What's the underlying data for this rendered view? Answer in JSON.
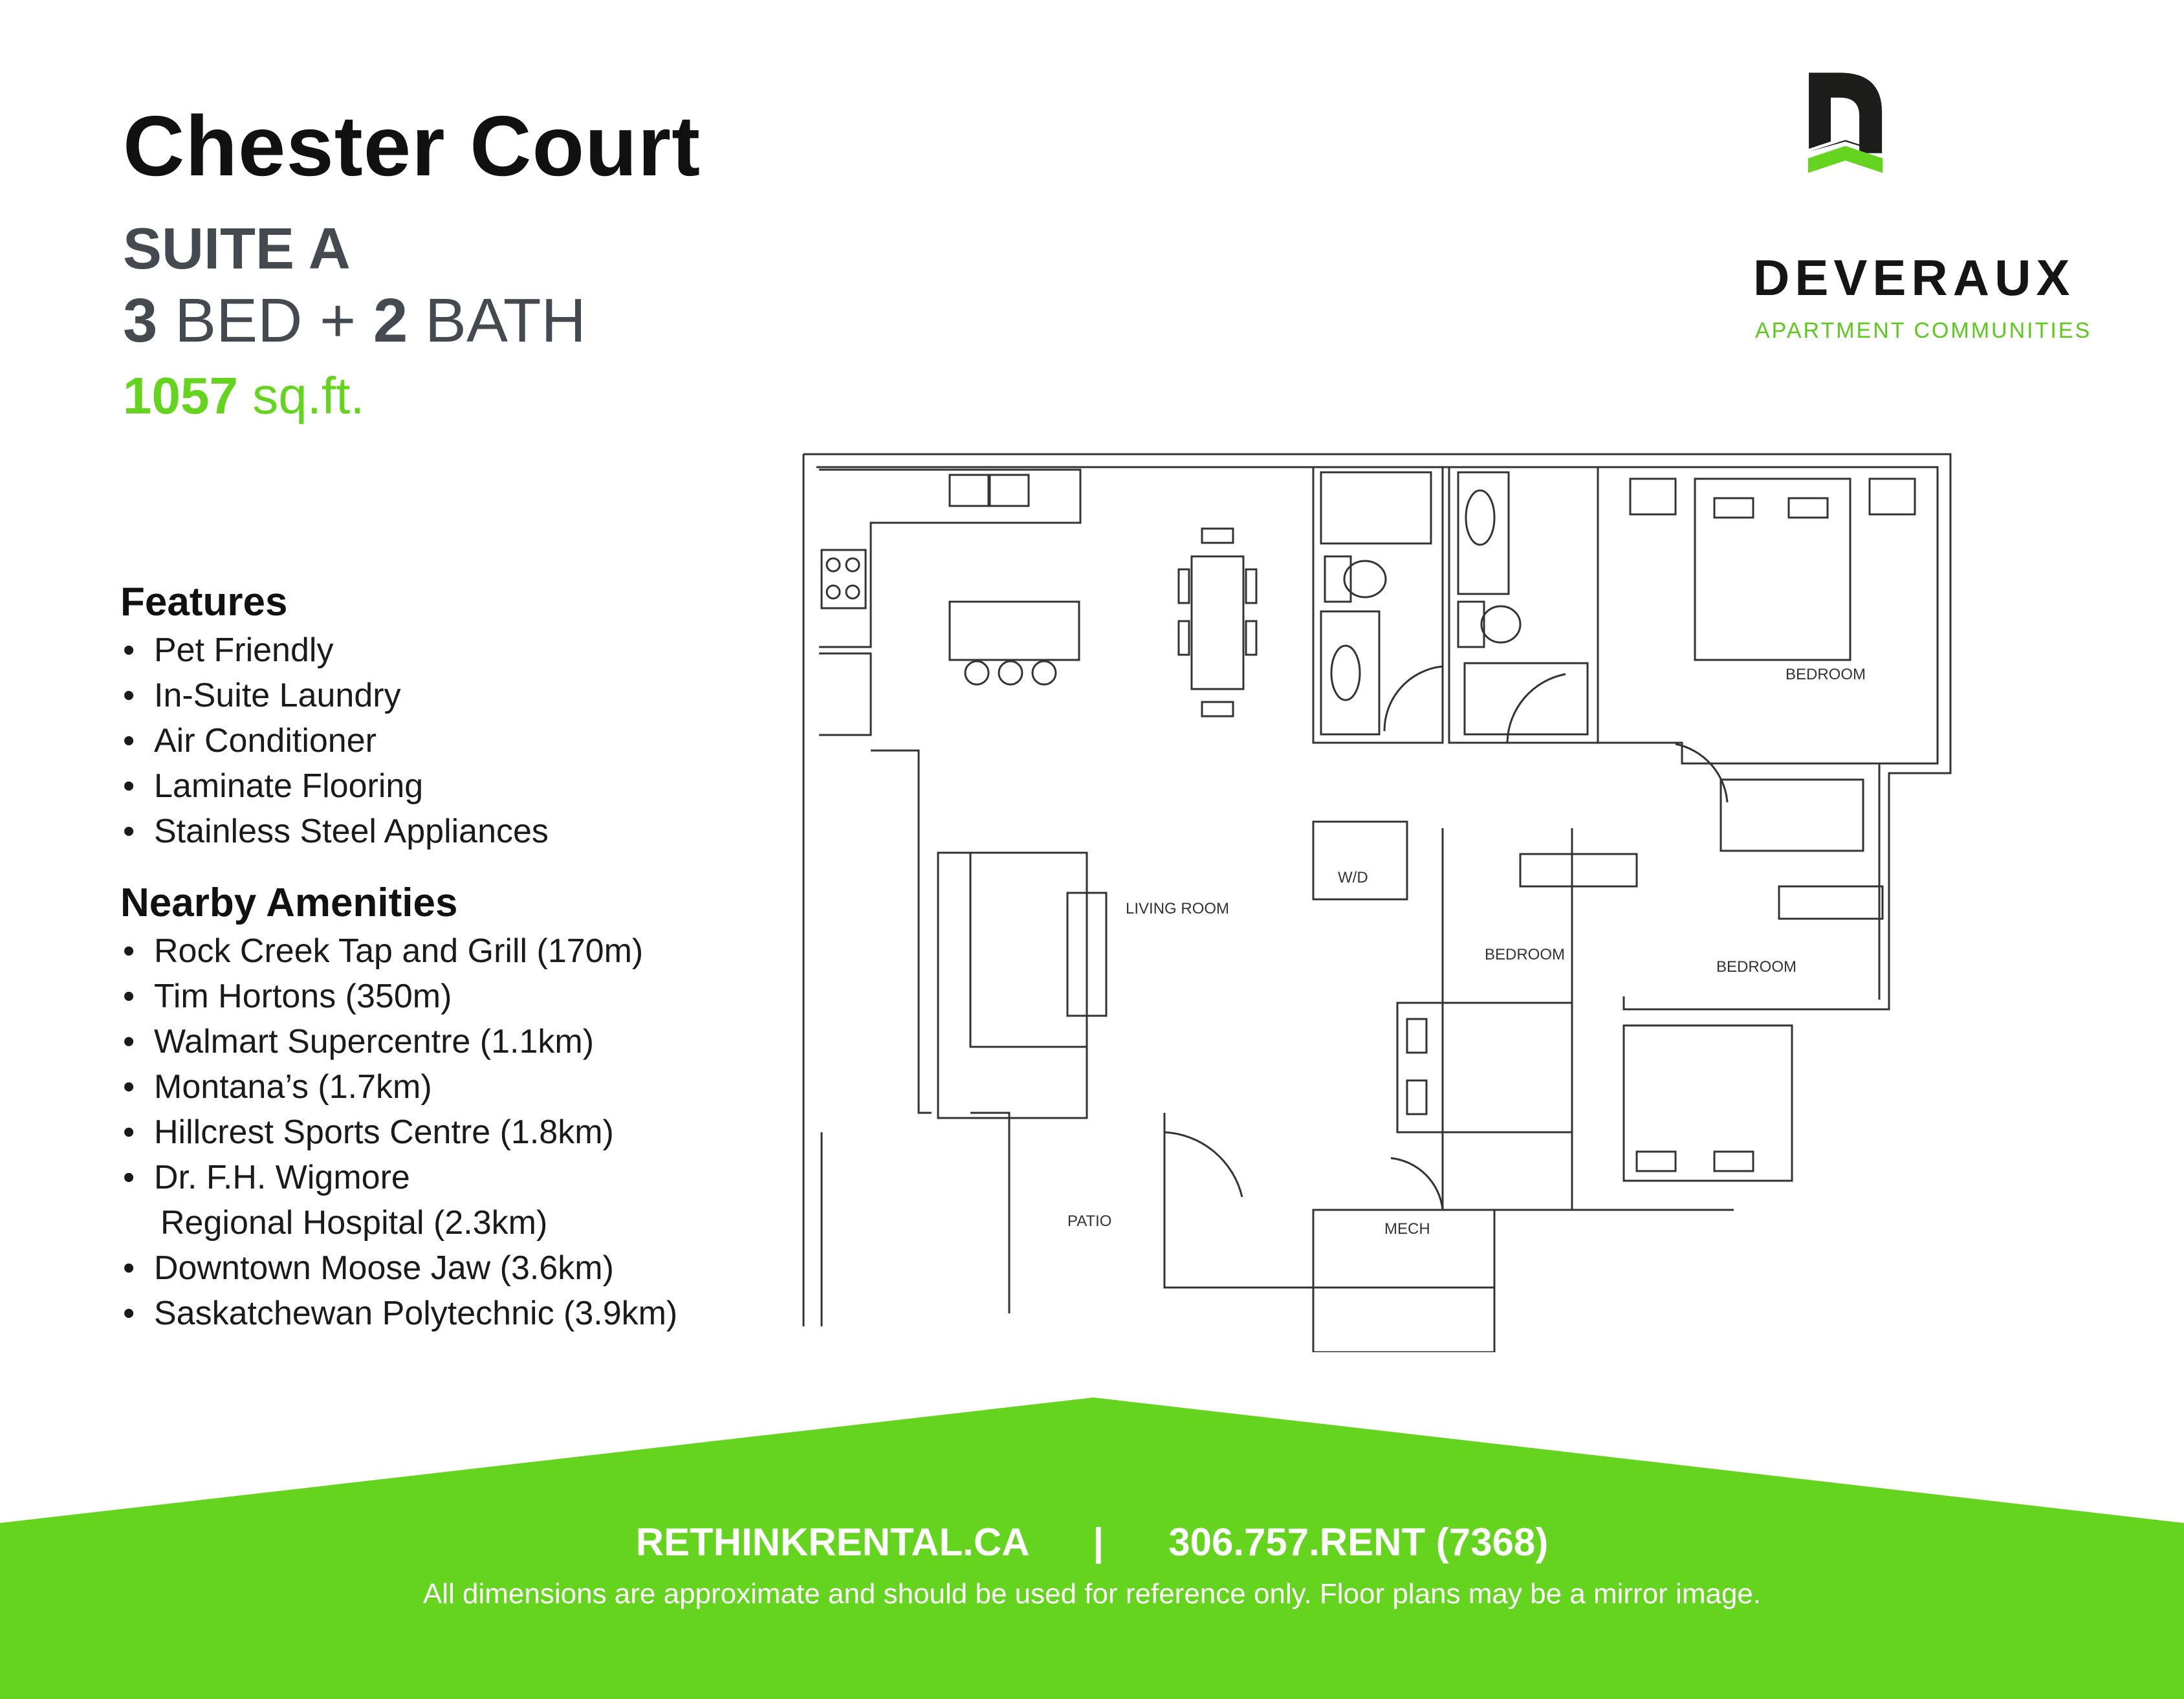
{
  "header": {
    "title": "Chester Court",
    "suite": "SUITE A",
    "bed_count": "3",
    "bed_label": " BED + ",
    "bath_count": "2",
    "bath_label": " BATH",
    "sqft_value": "1057",
    "sqft_unit": " sq.ft."
  },
  "features": {
    "heading": "Features",
    "items": [
      "Pet Friendly",
      "In-Suite Laundry",
      "Air Conditioner",
      "Laminate Flooring",
      "Stainless Steel Appliances"
    ]
  },
  "amenities": {
    "heading": "Nearby Amenities",
    "items": [
      "Rock Creek Tap and Grill (170m)",
      "Tim Hortons (350m)",
      "Walmart Supercentre (1.1km)",
      "Montana’s (1.7km)",
      "Hillcrest Sports Centre (1.8km)",
      "Dr. F.H. Wigmore",
      "Regional Hospital (2.3km)",
      "Downtown Moose Jaw (3.6km)",
      "Saskatchewan Polytechnic (3.9km)"
    ]
  },
  "bullet": "•",
  "logo": {
    "name": "DEVERAUX",
    "subtitle": "APARTMENT COMMUNITIES",
    "icon": "deveraux-d-logo-icon"
  },
  "floorplan": {
    "rooms": {
      "bedroom_1": "BEDROOM",
      "bedroom_2": "BEDROOM",
      "bedroom_3": "BEDROOM",
      "living": "LIVING ROOM",
      "laundry": "W/D",
      "patio": "PATIO",
      "mech": "MECH"
    }
  },
  "footer": {
    "website": "RETHINKRENTAL.CA",
    "separator": "|",
    "phone": "306.757.RENT (7368)",
    "disclaimer": "All dimensions are approximate and should be used for reference only. Floor plans may be a mirror image."
  },
  "colors": {
    "accent_green": "#64d41e",
    "heading_dark": "#111111",
    "subheading_gray": "#444a4f"
  }
}
